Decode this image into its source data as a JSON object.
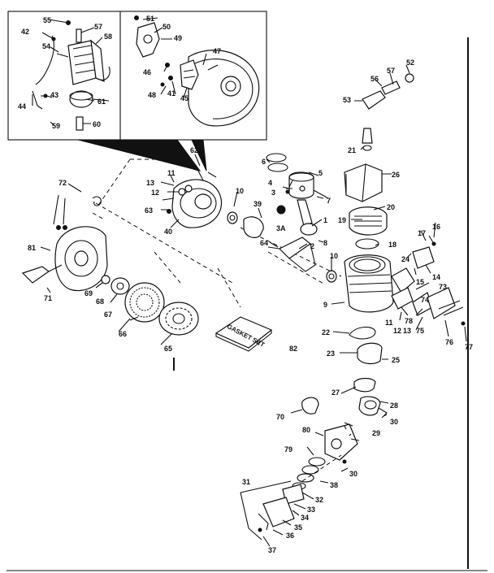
{
  "colors": {
    "ink": "#111111",
    "paper": "#ffffff"
  },
  "gasket_set_label": "GASKET SET",
  "callouts": [
    {
      "id": "c55",
      "text": "55"
    },
    {
      "id": "c42",
      "text": "42"
    },
    {
      "id": "c54",
      "text": "54"
    },
    {
      "id": "c57",
      "text": "57"
    },
    {
      "id": "c58",
      "text": "58"
    },
    {
      "id": "c43",
      "text": "43"
    },
    {
      "id": "c44",
      "text": "44"
    },
    {
      "id": "c61",
      "text": "61"
    },
    {
      "id": "c59",
      "text": "59"
    },
    {
      "id": "c60",
      "text": "60"
    },
    {
      "id": "c51",
      "text": "51"
    },
    {
      "id": "c50",
      "text": "50"
    },
    {
      "id": "c49",
      "text": "49"
    },
    {
      "id": "c47",
      "text": "47"
    },
    {
      "id": "c46",
      "text": "46"
    },
    {
      "id": "c48",
      "text": "48"
    },
    {
      "id": "c41",
      "text": "41"
    },
    {
      "id": "c45",
      "text": "45"
    },
    {
      "id": "c52",
      "text": "52"
    },
    {
      "id": "c57b",
      "text": "57"
    },
    {
      "id": "c56",
      "text": "56"
    },
    {
      "id": "c53",
      "text": "53"
    },
    {
      "id": "c21",
      "text": "21"
    },
    {
      "id": "c6",
      "text": "6"
    },
    {
      "id": "c5",
      "text": "5"
    },
    {
      "id": "c4",
      "text": "4"
    },
    {
      "id": "c3",
      "text": "3"
    },
    {
      "id": "c7",
      "text": "7"
    },
    {
      "id": "c26",
      "text": "26"
    },
    {
      "id": "c62",
      "text": "62"
    },
    {
      "id": "c13",
      "text": "13"
    },
    {
      "id": "c12",
      "text": "12"
    },
    {
      "id": "c11",
      "text": "11"
    },
    {
      "id": "c10",
      "text": "10"
    },
    {
      "id": "c39",
      "text": "39"
    },
    {
      "id": "c20",
      "text": "20"
    },
    {
      "id": "c63",
      "text": "63"
    },
    {
      "id": "c40",
      "text": "40"
    },
    {
      "id": "c1",
      "text": "1"
    },
    {
      "id": "c19",
      "text": "19"
    },
    {
      "id": "c3a",
      "text": "3A"
    },
    {
      "id": "c17",
      "text": "17"
    },
    {
      "id": "c16",
      "text": "16"
    },
    {
      "id": "c2",
      "text": "2"
    },
    {
      "id": "c8",
      "text": "8"
    },
    {
      "id": "c18",
      "text": "18"
    },
    {
      "id": "c64",
      "text": "64"
    },
    {
      "id": "c10b",
      "text": "10"
    },
    {
      "id": "c24",
      "text": "24"
    },
    {
      "id": "c14",
      "text": "14"
    },
    {
      "id": "c15",
      "text": "15"
    },
    {
      "id": "c73",
      "text": "73"
    },
    {
      "id": "c72",
      "text": "72"
    },
    {
      "id": "c81",
      "text": "81"
    },
    {
      "id": "c71",
      "text": "71"
    },
    {
      "id": "c69",
      "text": "69"
    },
    {
      "id": "c68",
      "text": "68"
    },
    {
      "id": "c67",
      "text": "67"
    },
    {
      "id": "c66",
      "text": "66"
    },
    {
      "id": "c65",
      "text": "65"
    },
    {
      "id": "c9",
      "text": "9"
    },
    {
      "id": "c74",
      "text": "74"
    },
    {
      "id": "c11b",
      "text": "11"
    },
    {
      "id": "c12b",
      "text": "12"
    },
    {
      "id": "c13b",
      "text": "13"
    },
    {
      "id": "c78",
      "text": "78"
    },
    {
      "id": "c75",
      "text": "75"
    },
    {
      "id": "c76",
      "text": "76"
    },
    {
      "id": "c77",
      "text": "77"
    },
    {
      "id": "c22",
      "text": "22"
    },
    {
      "id": "c82",
      "text": "82"
    },
    {
      "id": "c23",
      "text": "23"
    },
    {
      "id": "c25",
      "text": "25"
    },
    {
      "id": "c27",
      "text": "27"
    },
    {
      "id": "c28",
      "text": "28"
    },
    {
      "id": "c70",
      "text": "70"
    },
    {
      "id": "c30",
      "text": "30"
    },
    {
      "id": "c80",
      "text": "80"
    },
    {
      "id": "c29",
      "text": "29"
    },
    {
      "id": "c79",
      "text": "79"
    },
    {
      "id": "c30b",
      "text": "30"
    },
    {
      "id": "c31",
      "text": "31"
    },
    {
      "id": "c38",
      "text": "38"
    },
    {
      "id": "c32",
      "text": "32"
    },
    {
      "id": "c33",
      "text": "33"
    },
    {
      "id": "c34",
      "text": "34"
    },
    {
      "id": "c35",
      "text": "35"
    },
    {
      "id": "c36",
      "text": "36"
    },
    {
      "id": "c37",
      "text": "37"
    }
  ]
}
